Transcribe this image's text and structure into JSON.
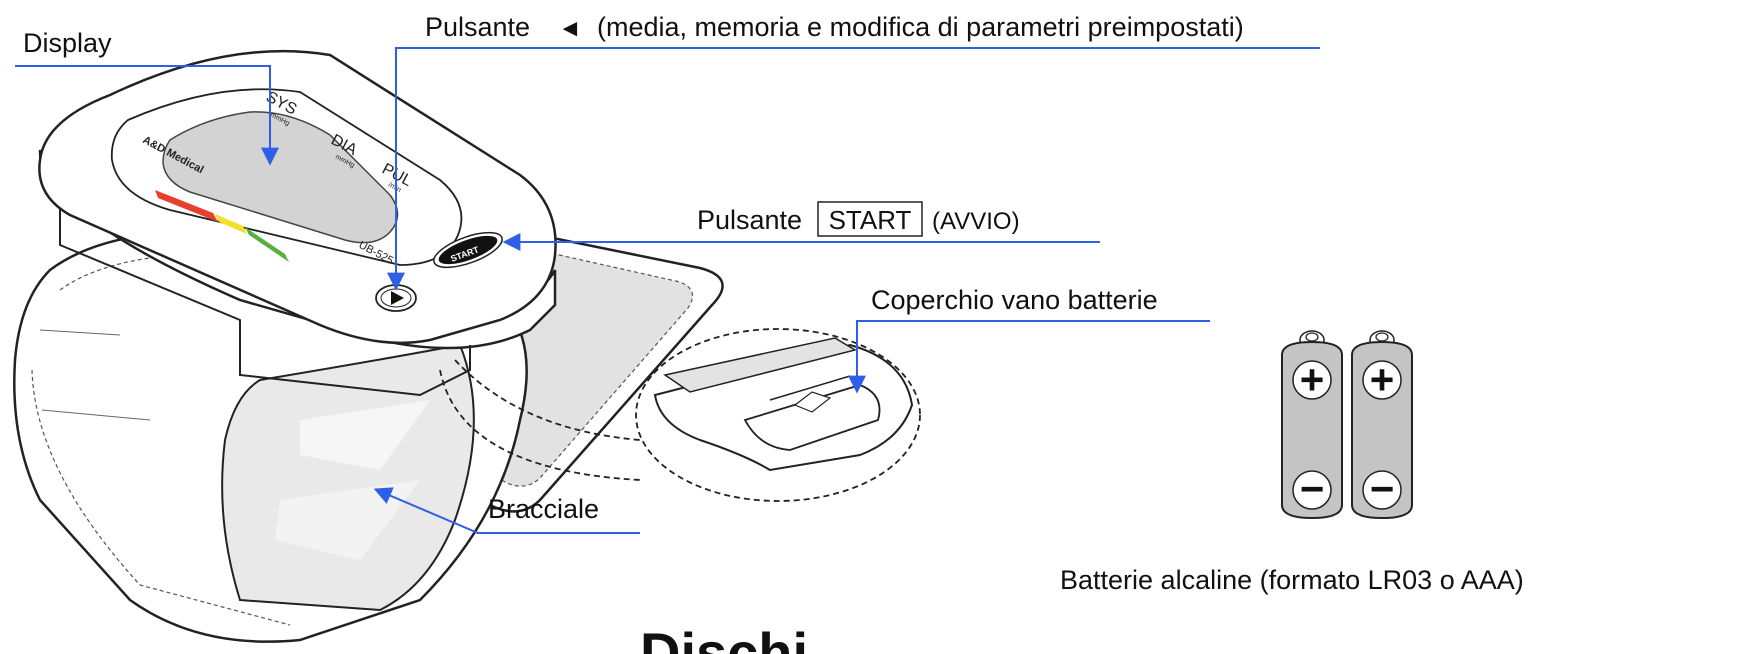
{
  "labels": {
    "display": "Display",
    "arrow_button_prefix": "Pulsante",
    "arrow_button_glyph": "◄",
    "arrow_button_desc": "(media, memoria e modifica di parametri preimpostati)",
    "start_button_prefix": "Pulsante",
    "start_button_key": "START",
    "start_button_suffix": "(AVVIO)",
    "battery_cover": "Coperchio vano batterie",
    "cuff": "Bracciale",
    "batteries": "Batterie alcaline (formato LR03 o AAA)",
    "bottom_cut_text": "Dischi"
  },
  "device": {
    "brand": "A&D Medical",
    "sys": "SYS",
    "sys_unit": "mmHg",
    "dia": "DIA",
    "dia_unit": "mmHg",
    "pul": "PUL",
    "pul_unit": "/min",
    "model": "UB-525",
    "start_key": "START"
  },
  "battery": {
    "plus": "+",
    "minus": "−"
  },
  "colors": {
    "leader": "#2f5ee8",
    "lcd": "#d3d3d3",
    "bar_red": "#e8402f",
    "bar_yellow": "#f5df2a",
    "bar_green": "#5aae3f",
    "battery": "#c4c4c4"
  }
}
